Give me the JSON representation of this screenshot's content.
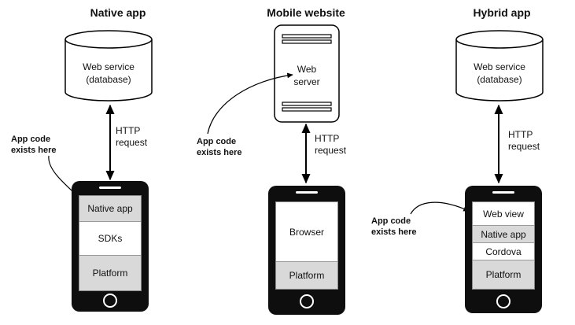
{
  "columns": {
    "native": {
      "title": "Native app",
      "database_label_line1": "Web service",
      "database_label_line2": "(database)",
      "request_line1": "HTTP",
      "request_line2": "request",
      "note_line1": "App code",
      "note_line2": "exists here",
      "layers": [
        "Native app",
        "SDKs",
        "Platform"
      ]
    },
    "mobile": {
      "title": "Mobile website",
      "server_label_line1": "Web",
      "server_label_line2": "server",
      "request_line1": "HTTP",
      "request_line2": "request",
      "note_line1": "App code",
      "note_line2": "exists here",
      "layers": [
        "Browser",
        "Platform"
      ]
    },
    "hybrid": {
      "title": "Hybrid app",
      "database_label_line1": "Web service",
      "database_label_line2": "(database)",
      "request_line1": "HTTP",
      "request_line2": "request",
      "note_line1": "App code",
      "note_line2": "exists here",
      "layers": [
        "Web view",
        "Native app",
        "Cordova",
        "Platform"
      ]
    }
  }
}
